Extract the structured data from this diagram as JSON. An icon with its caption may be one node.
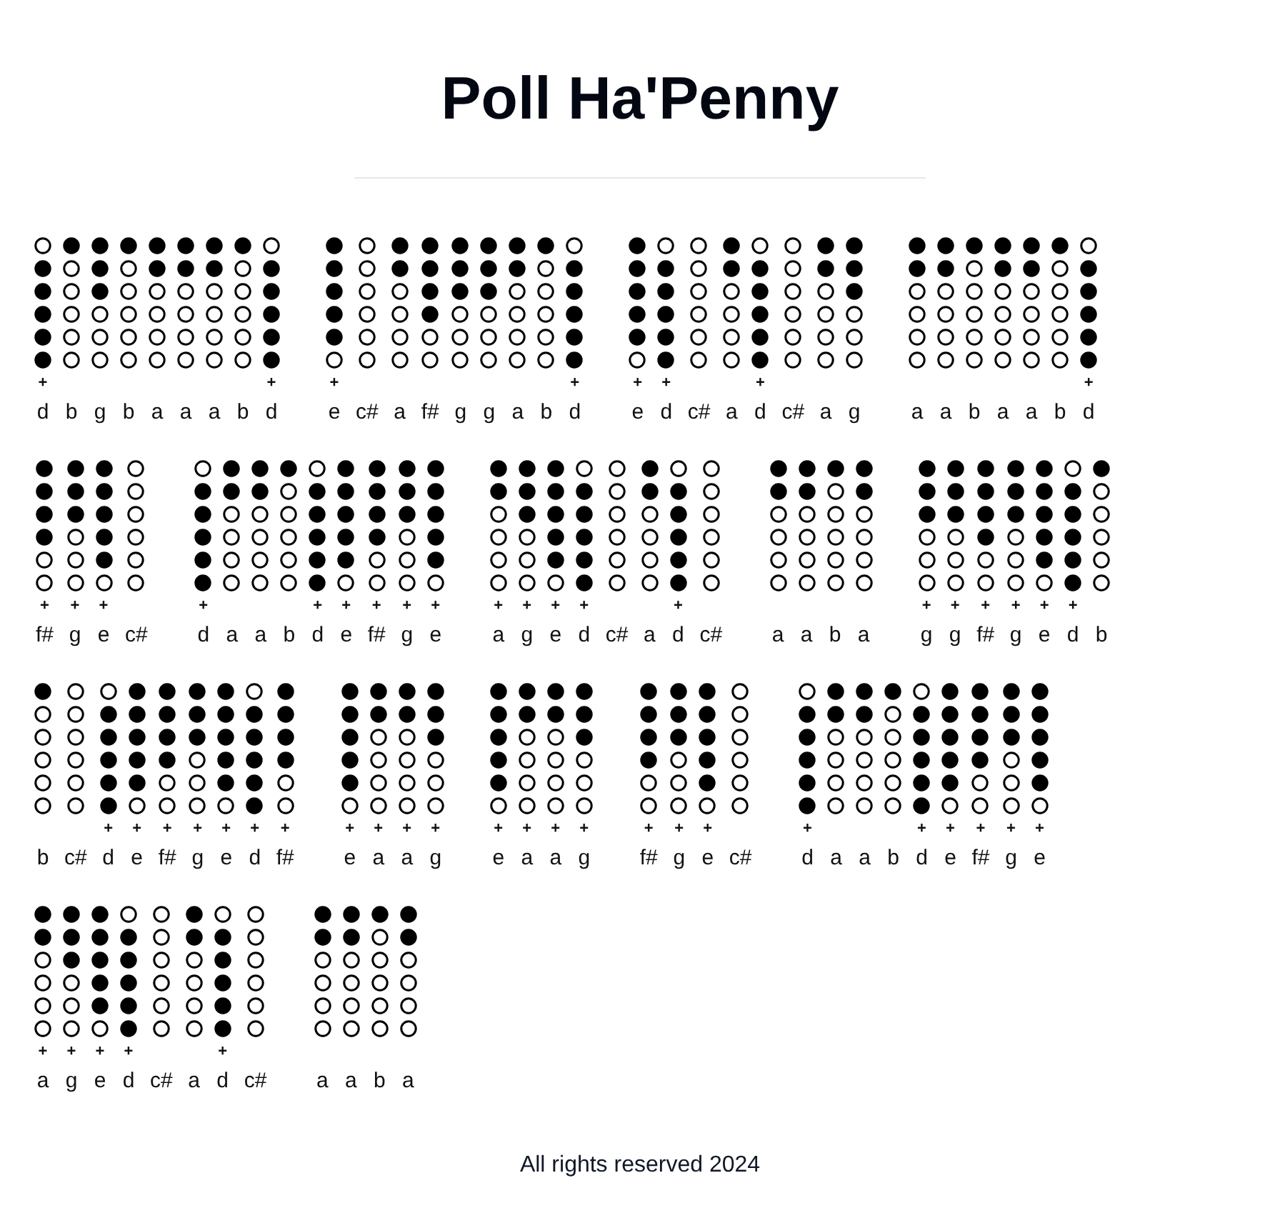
{
  "diagram": {
    "title": "Poll Ha'Penny",
    "labels": [
      "+",
      "+",
      "+",
      "+",
      "+",
      "+",
      "+",
      "+",
      "d",
      "b",
      "g",
      "b",
      "a",
      "a",
      "a",
      "b",
      "d",
      "e",
      "c#",
      "a",
      "f#",
      "g",
      "g",
      "a",
      "b",
      "d",
      "e",
      "d",
      "c#",
      "a",
      "d",
      "c#",
      "a",
      "g",
      "a",
      "a",
      "b",
      "a",
      "a",
      "b",
      "d",
      "+",
      "+",
      "+",
      "+",
      "+",
      "+",
      "+",
      "+",
      "+",
      "+",
      "+",
      "+",
      "+",
      "+",
      "+",
      "+",
      "+",
      "+",
      "+",
      "+",
      "f#",
      "g",
      "e",
      "c#",
      "d",
      "a",
      "a",
      "b",
      "d",
      "e",
      "f#",
      "g",
      "e",
      "a",
      "g",
      "e",
      "d",
      "c#",
      "a",
      "d",
      "c#",
      "a",
      "a",
      "b",
      "a",
      "g",
      "g",
      "f#",
      "g",
      "e",
      "d",
      "b",
      "+",
      "+",
      "+",
      "+",
      "+",
      "+",
      "+",
      "+",
      "+",
      "+",
      "+",
      "+",
      "+",
      "+",
      "+",
      "+",
      "+",
      "+",
      "+",
      "+",
      "+",
      "+",
      "+",
      "+",
      "b",
      "c#",
      "d",
      "e",
      "f#",
      "g",
      "e",
      "d",
      "f#",
      "e",
      "a",
      "a",
      "g",
      "e",
      "a",
      "a",
      "g",
      "f#",
      "g",
      "e",
      "c#",
      "d",
      "a",
      "a",
      "b",
      "d",
      "e",
      "f#",
      "g",
      "e",
      "+",
      "+",
      "+",
      "+",
      "+",
      "a",
      "g",
      "e",
      "d",
      "c#",
      "a",
      "d",
      "c#",
      "a",
      "a",
      "b",
      "a",
      "All rights reserved 2024"
    ]
  }
}
